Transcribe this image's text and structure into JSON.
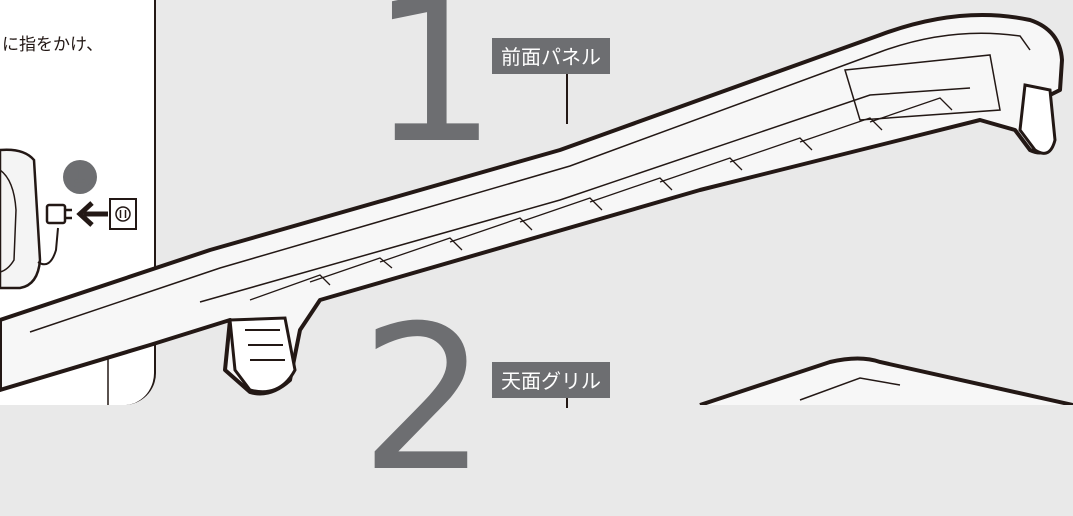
{
  "instruction_text": "に指をかけ、",
  "step_badge": "❶",
  "steps": [
    {
      "number": "1",
      "part_label": "前面パネル"
    },
    {
      "number": "2",
      "part_label": "天面グリル"
    }
  ],
  "colors": {
    "panel_gray": "#6d6e71",
    "line_black": "#231815",
    "background": "#e9e9e9"
  }
}
